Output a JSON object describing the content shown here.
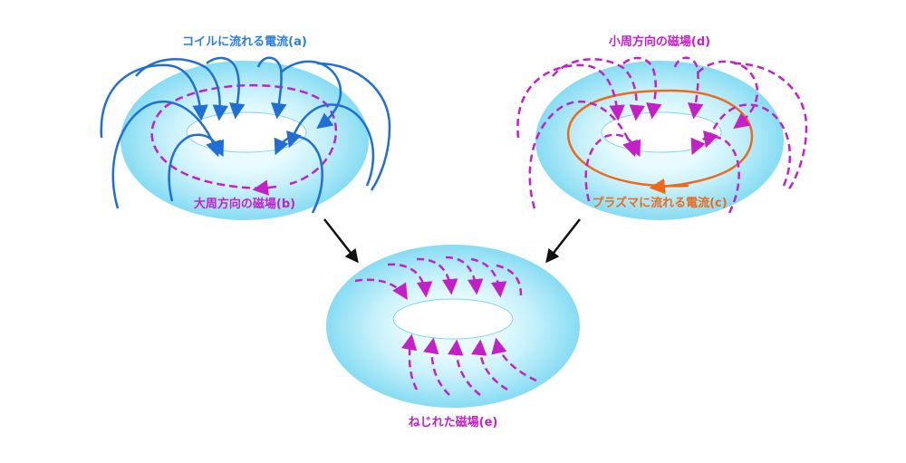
{
  "labels": {
    "coil_current": "コイルに流れる電流(a)",
    "toroidal_field": "大周方向の磁場(b)",
    "poloidal_field": "小周方向の磁場(d)",
    "plasma_current": "プラズマに流れる電流(c)",
    "twisted_field": "ねじれた磁場(e)"
  },
  "colors": {
    "coil_blue": "#1f6fd6",
    "label_blue": "#2a7de1",
    "field_magenta": "#c51fc8",
    "plasma_orange": "#ee6a1a",
    "torus_fill": "#8fe0f5",
    "torus_highlight": "#e8fbff",
    "arrow_black": "#111111"
  }
}
